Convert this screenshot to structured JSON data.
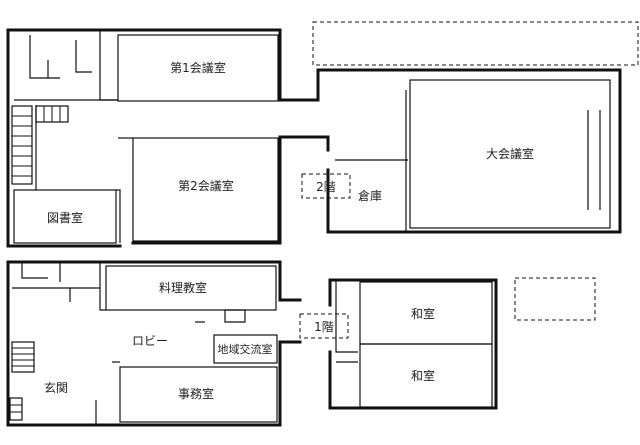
{
  "upper_floor": {
    "floor_label": "2階",
    "rooms": {
      "meeting1": {
        "label": "第1会議室",
        "color": "#f9c5a0"
      },
      "meeting2": {
        "label": "第2会議室",
        "color": "#b9dfb8"
      },
      "library": {
        "label": "図書室",
        "color": "#fbf6b0"
      },
      "large_hall": {
        "label": "大会議室",
        "color": "#8fd6f8"
      },
      "storage": {
        "label": "倉庫"
      }
    }
  },
  "ground_floor": {
    "floor_label": "1階",
    "rooms": {
      "cooking": {
        "label": "料理教室",
        "color": "#fbe0ee"
      },
      "community": {
        "label": "地域交流室",
        "color": "#d4ecf8"
      },
      "office": {
        "label": "事務室",
        "color": "#d4d4d4"
      },
      "washitsu_top": {
        "label": "和室",
        "color": "#fbf38a"
      },
      "washitsu_bottom": {
        "label": "和室",
        "color": "#fbf38a"
      },
      "lobby": {
        "label": "ロビー"
      },
      "entrance": {
        "label": "玄関"
      }
    }
  }
}
